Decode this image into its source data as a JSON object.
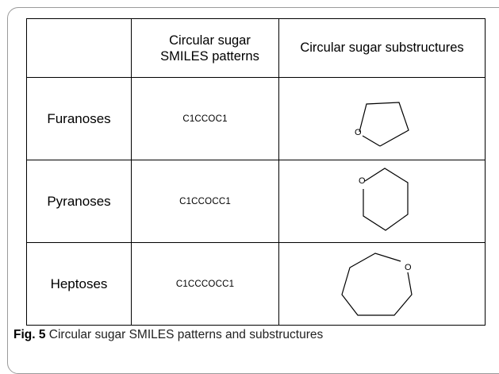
{
  "table": {
    "headers": [
      "",
      "Circular sugar SMILES patterns",
      "Circular sugar substructures"
    ],
    "header_lines": [
      "Circular sugar",
      "SMILES patterns"
    ],
    "rows": [
      {
        "name": "Furanoses",
        "smiles": "C1CCOC1",
        "structure": "five-membered-ring",
        "atom": "O"
      },
      {
        "name": "Pyranoses",
        "smiles": "C1CCOCC1",
        "structure": "six-membered-ring",
        "atom": "O"
      },
      {
        "name": "Heptoses",
        "smiles": "C1CCCOCC1",
        "structure": "seven-membered-ring",
        "atom": "O"
      }
    ]
  },
  "caption": {
    "label": "Fig. 5",
    "text": "Circular sugar SMILES patterns and substructures"
  },
  "colors": {
    "smiles_text": "#3f7a30",
    "frame": "#9a9a9a"
  }
}
